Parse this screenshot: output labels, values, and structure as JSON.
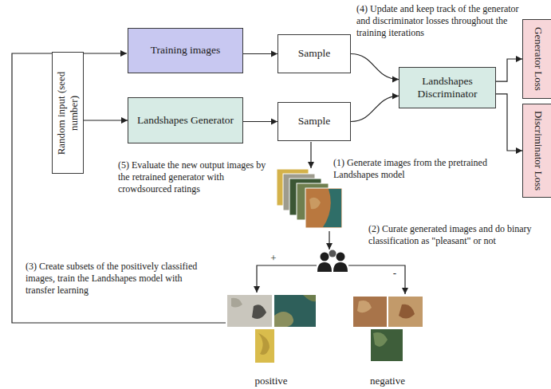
{
  "diagram": {
    "nodes": [
      {
        "text": [
          "Training images"
        ]
      },
      {
        "text": [
          "Random input (seed number)"
        ]
      },
      {
        "text": [
          "Landshapes Generator"
        ]
      },
      {
        "text": [
          "Sample"
        ]
      },
      {
        "text": [
          "Sample"
        ]
      },
      {
        "text": [
          "Landshapes Discriminator"
        ]
      },
      {
        "text": [
          "Generator Loss"
        ]
      },
      {
        "text": [
          "Discriminator Loss"
        ]
      }
    ],
    "edges": [
      {
        "from": 0,
        "to": 3,
        "arrow": "to"
      },
      {
        "from": 1,
        "to": 2,
        "arrow": "to"
      },
      {
        "from": 2,
        "to": 4,
        "arrow": "to"
      },
      {
        "from": 3,
        "to": 5,
        "arrow": "to"
      },
      {
        "from": 4,
        "to": 5,
        "arrow": "to"
      },
      {
        "from": 5,
        "to": 6,
        "arrow": "to"
      },
      {
        "from": 5,
        "to": 7,
        "arrow": "to"
      }
    ],
    "labels": [
      "(4) Update and keep track of the generator and discriminator losses throughout the training iterations",
      "(5) Evaluate the new output images by the retrained generator with crowdsourced ratings",
      "(1) Generate images from the pretrained Landshapes model",
      "(2) Curate generated images and do binary classification as \"pleasant\" or not",
      "(3) Create subsets of the positively classified images, train the Landshapes model with transfer learning",
      "+",
      "-",
      "positive",
      "negative"
    ]
  }
}
